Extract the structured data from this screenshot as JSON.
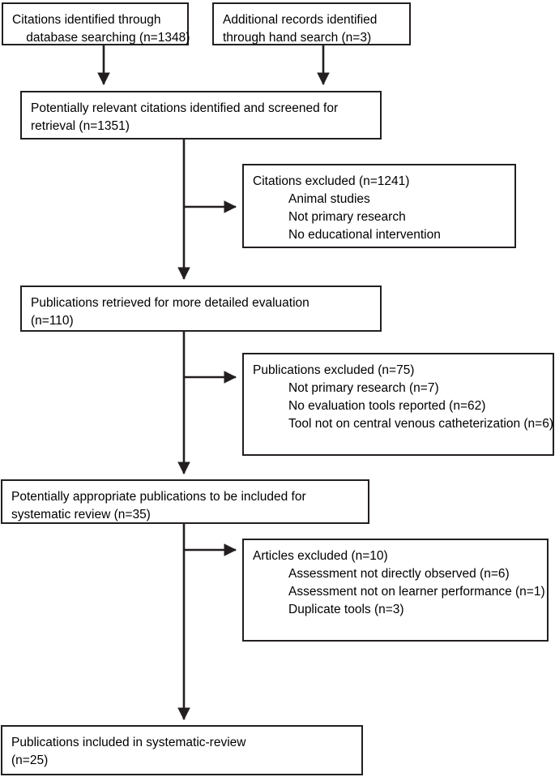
{
  "diagram": {
    "type": "prisma-flow-diagram",
    "title": "Study selection flow diagram",
    "accent_color": "#231f20",
    "background_color": "#ffffff",
    "boxes": {
      "db_search": {
        "name": "citations-identified-database-searching",
        "lines": [
          "Citations identified through",
          " database searching (n=1348)"
        ],
        "count_label": "n=1348",
        "count": 1348
      },
      "hand_search": {
        "name": "additional-records-hand-search",
        "lines": [
          "Additional records identified",
          "through hand search (n=3)"
        ],
        "count_label": "n=3",
        "count": 3
      },
      "screened": {
        "name": "citations-screened",
        "lines": [
          "Potentially relevant citations identified and screened for",
          "retrieval (n=1351)"
        ],
        "count_label": "n=1351",
        "count": 1351
      },
      "excluded_citations": {
        "name": "citations-excluded",
        "heading": "Citations excluded (n=1241)",
        "count_label": "n=1241",
        "count": 1241,
        "reasons": [
          "Animal studies",
          "Not primary research",
          "No educational intervention"
        ]
      },
      "retrieved": {
        "name": "publications-retrieved",
        "lines": [
          "Publications retrieved for more detailed evaluation",
          "(n=110)"
        ],
        "count_label": "n=110",
        "count": 110
      },
      "excluded_publications": {
        "name": "publications-excluded",
        "heading": "Publications excluded (n=75)",
        "count_label": "n=75",
        "count": 75,
        "reasons": [
          "Not primary research (n=7)",
          "No evaluation tools reported (n=62)",
          "Tool not on central venous catheterization (n=6)"
        ]
      },
      "appropriate": {
        "name": "publications-appropriate-for-review",
        "lines": [
          "Potentially appropriate publications to be included for",
          "systematic review (n=35)"
        ],
        "count_label": "n=35",
        "count": 35
      },
      "excluded_articles": {
        "name": "articles-excluded",
        "heading": "Articles excluded (n=10)",
        "count_label": "n=10",
        "count": 10,
        "reasons": [
          "Assessment not directly observed (n=6)",
          "Assessment not on learner performance (n=1)",
          "Duplicate tools (n=3)"
        ]
      },
      "included": {
        "name": "publications-included",
        "lines": [
          "Publications included in systematic-review",
          "(n=25)"
        ],
        "count_label": "n=25",
        "count": 25
      }
    },
    "connectors": [
      {
        "name": "arrow-db-search-to-screened",
        "type": "vertical-arrow"
      },
      {
        "name": "arrow-hand-search-to-screened",
        "type": "vertical-arrow"
      },
      {
        "name": "spine-screened-to-retrieved",
        "type": "vertical-arrow"
      },
      {
        "name": "arrow-to-citations-excluded",
        "type": "horizontal-arrow"
      },
      {
        "name": "spine-retrieved-to-appropriate",
        "type": "vertical-arrow"
      },
      {
        "name": "arrow-to-publications-excluded",
        "type": "horizontal-arrow"
      },
      {
        "name": "spine-appropriate-to-included",
        "type": "vertical-arrow"
      },
      {
        "name": "arrow-to-articles-excluded",
        "type": "horizontal-arrow"
      }
    ]
  }
}
